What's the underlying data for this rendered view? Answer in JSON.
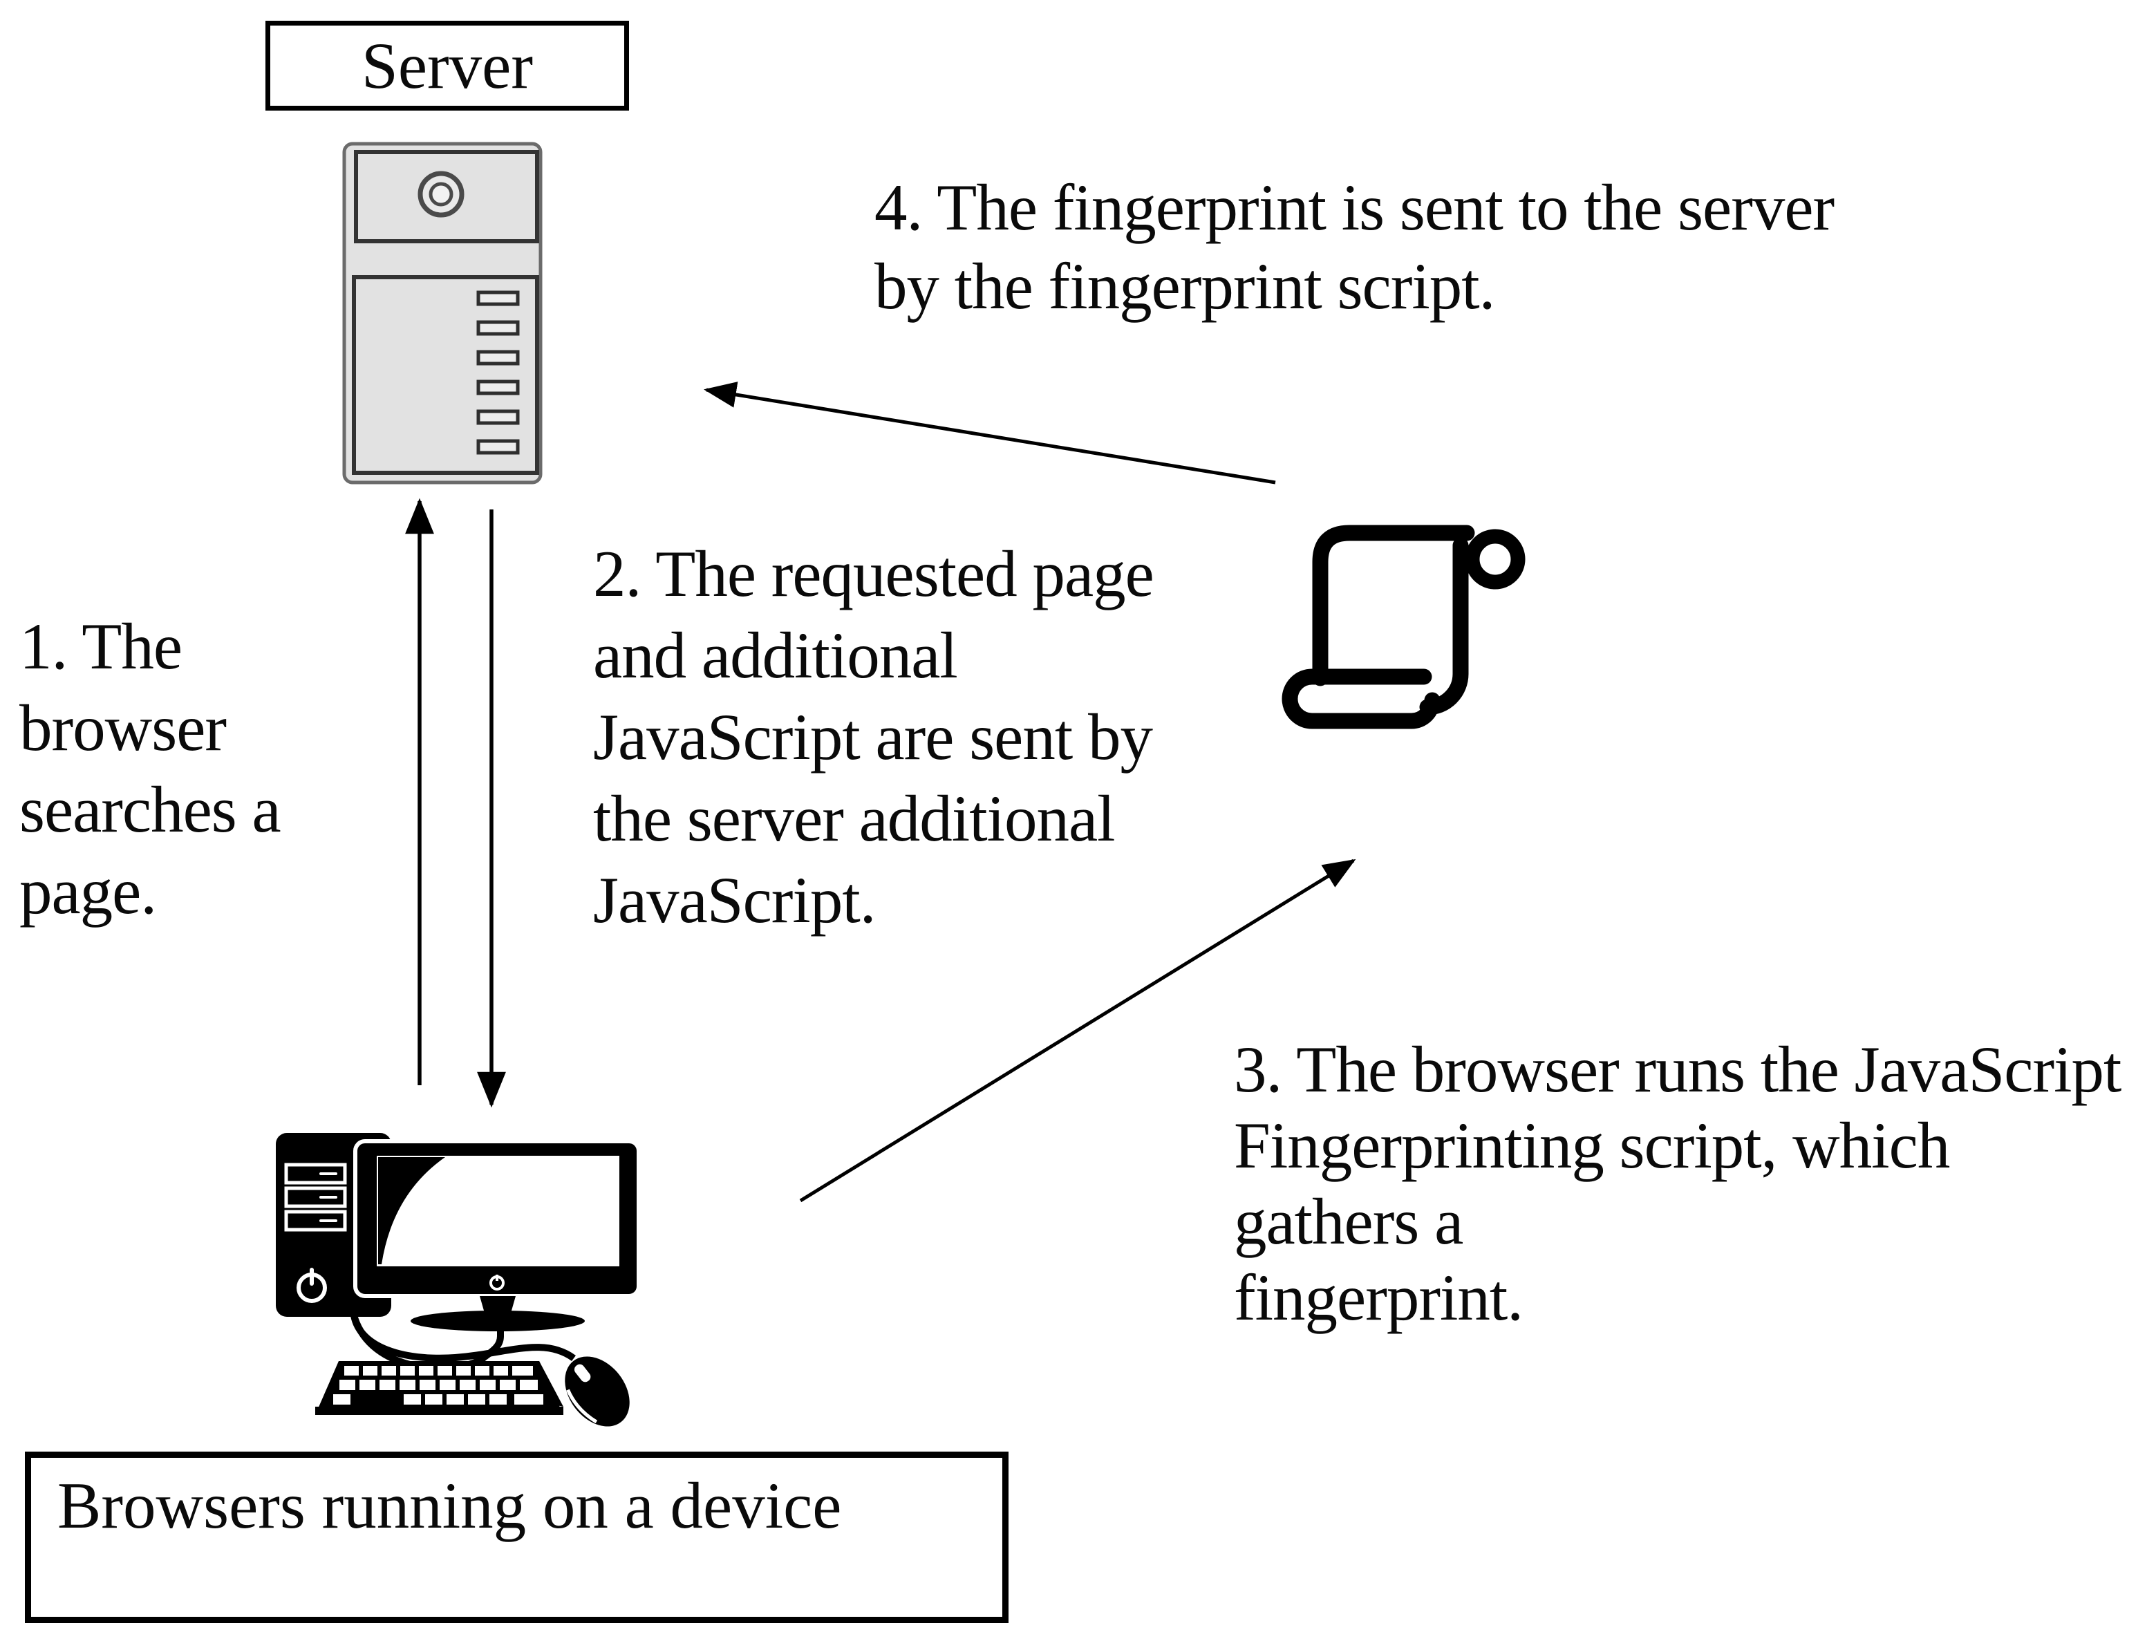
{
  "page": {
    "background": "#ffffff",
    "text_color": "#0a0a0a"
  },
  "server": {
    "label": "Server"
  },
  "device": {
    "label": "Browsers running on a device"
  },
  "steps": [
    {
      "id": 1,
      "text": "1. The\nbrowser\nsearches a\npage."
    },
    {
      "id": 2,
      "text": "2. The requested page\nand additional\nJavaScript are sent by\nthe server additional\nJavaScript."
    },
    {
      "id": 3,
      "text": "3. The browser runs the JavaScript\nFingerprinting script, which gathers a\nfingerprint."
    },
    {
      "id": 4,
      "text": "4. The fingerprint is sent to the server\nby the fingerprint script."
    }
  ],
  "icons": {
    "server_tower": "server-tower-icon",
    "script_scroll": "scroll-icon",
    "desktop_computer": "desktop-computer-icon"
  },
  "arrows": [
    {
      "name": "request-up-arrow",
      "from": "device",
      "to": "server",
      "direction": "up"
    },
    {
      "name": "response-down-arrow",
      "from": "server",
      "to": "device",
      "direction": "down"
    },
    {
      "name": "run-script-arrow",
      "from": "device",
      "to": "script",
      "direction": "up-right"
    },
    {
      "name": "send-fingerprint-arrow",
      "from": "script",
      "to": "server",
      "direction": "up-left"
    }
  ],
  "colors": {
    "tower_fill": "#e2e2e2",
    "tower_border_outer": "#6b6b6b",
    "tower_border_inner": "#333333",
    "line_color": "#000000"
  }
}
